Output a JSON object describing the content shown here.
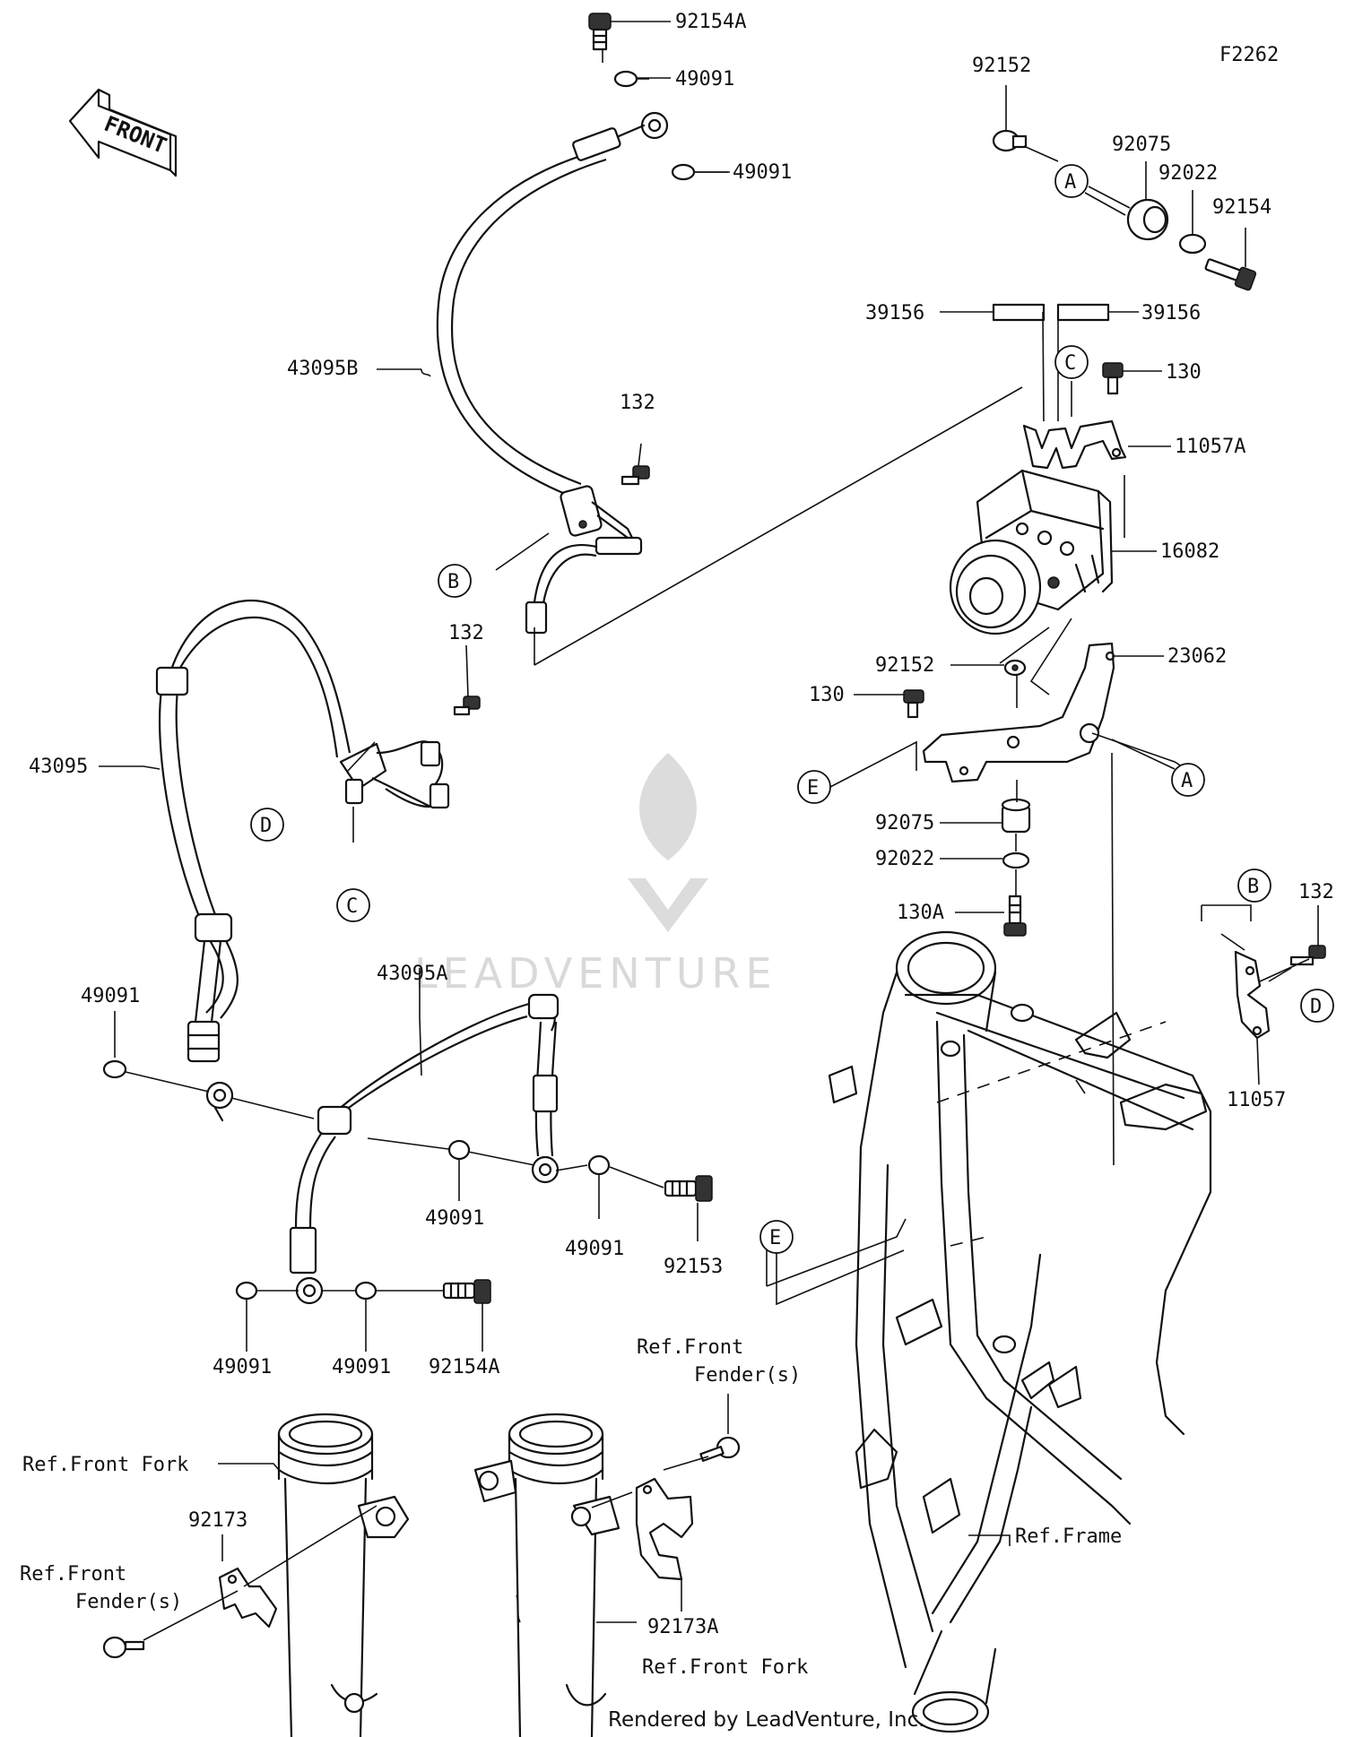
{
  "diagram_id": "F2262",
  "front_label": "FRONT",
  "watermark": "LEADVENTURE",
  "footer": "Rendered by LeadVenture, Inc.",
  "parts": {
    "p92154A_top": "92154A",
    "p49091_a": "49091",
    "p49091_b": "49091",
    "p43095B": "43095B",
    "p132_a": "132",
    "p132_b": "132",
    "p43095": "43095",
    "p49091_c": "49091",
    "p43095A": "43095A",
    "p49091_d": "49091",
    "p49091_e": "49091",
    "p92153": "92153",
    "p49091_f": "49091",
    "p49091_g": "49091",
    "p92154A_bottom": "92154A",
    "p92152_top": "92152",
    "p92075_top": "92075",
    "p92022_top": "92022",
    "p92154": "92154",
    "p39156_left": "39156",
    "p39156_right": "39156",
    "p130_top": "130",
    "p11057A": "11057A",
    "p16082": "16082",
    "p92152_mid": "92152",
    "p23062": "23062",
    "p130_mid": "130",
    "p92075_mid": "92075",
    "p92022_mid": "92022",
    "p130A": "130A",
    "p132_c": "132",
    "p11057": "11057",
    "p92173": "92173",
    "p92173A": "92173A"
  },
  "references": {
    "front_fork_left": "Ref.Front Fork",
    "front_fork_right": "Ref.Front Fork",
    "front_fender_left_1": "Ref.Front",
    "front_fender_left_2": "Fender(s)",
    "front_fender_right_1": "Ref.Front",
    "front_fender_right_2": "Fender(s)",
    "frame": "Ref.Frame"
  },
  "callouts": {
    "A1": "A",
    "A2": "A",
    "B1": "B",
    "B2": "B",
    "C1": "C",
    "C2": "C",
    "D1": "D",
    "D2": "D",
    "E1": "E",
    "E2": "E"
  }
}
